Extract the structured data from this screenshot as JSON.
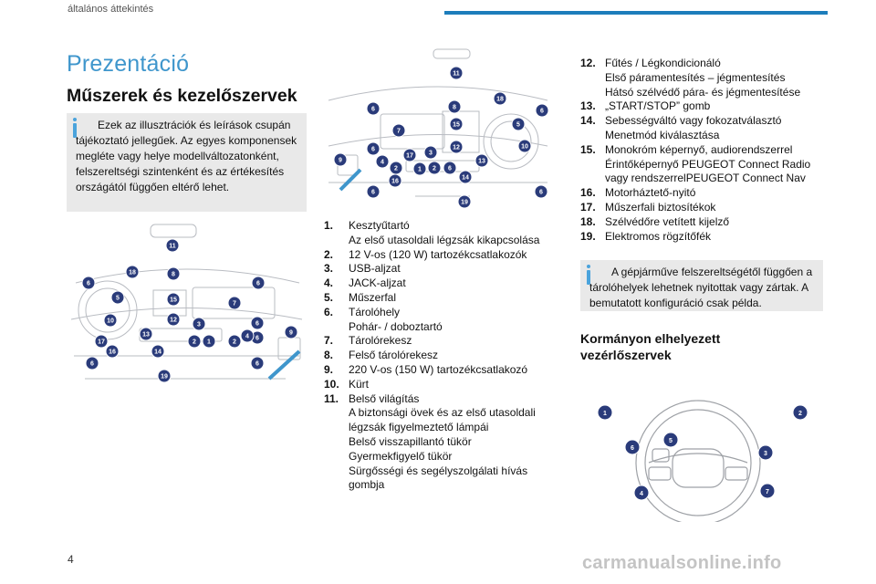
{
  "header": {
    "section": "általános áttekintés"
  },
  "title": "Prezentáció",
  "subtitle": "Műszerek és kezelőszervek",
  "info1": "Ezek az illusztrációk és leírások csupán tájékoztató jellegűek. Az egyes komponensek megléte vagy helye modellváltozatonként, felszereltségi szintenként és az értékesítés országától függően eltérő lehet.",
  "info2": "A gépjárműve felszereltségétől függően a tárolóhelyek lehetnek nyitottak vagy zártak. A bemutatott konfiguráció csak példa.",
  "steering_heading": "Kormányon elhelyezett vezérlőszervek",
  "page_number": "4",
  "watermark": "carmanualsonline.info",
  "diagram_left_badges": [
    "11",
    "18",
    "8",
    "6",
    "6",
    "5",
    "15",
    "7",
    "10",
    "12",
    "3",
    "6",
    "13",
    "9",
    "17",
    "16",
    "6",
    "2",
    "1",
    "2",
    "4",
    "14",
    "6",
    "19",
    "6"
  ],
  "diagram_mid_badges": [
    "11",
    "18",
    "8",
    "6",
    "6",
    "15",
    "5",
    "7",
    "10",
    "6",
    "17",
    "12",
    "3",
    "13",
    "9",
    "4",
    "2",
    "1",
    "2",
    "6",
    "14",
    "16",
    "6",
    "19",
    "6"
  ],
  "wheel_badges": [
    "1",
    "2",
    "6",
    "5",
    "3",
    "4",
    "7"
  ],
  "list_mid": [
    {
      "num": "1.",
      "lines": [
        "Kesztyűtartó",
        "Az első utasoldali légzsák kikapcsolása"
      ]
    },
    {
      "num": "2.",
      "lines": [
        "12 V-os (120 W) tartozékcsatlakozók"
      ]
    },
    {
      "num": "3.",
      "lines": [
        "USB-aljzat"
      ]
    },
    {
      "num": "4.",
      "lines": [
        "JACK-aljzat"
      ]
    },
    {
      "num": "5.",
      "lines": [
        "Műszerfal"
      ]
    },
    {
      "num": "6.",
      "lines": [
        "Tárolóhely",
        "Pohár- / doboztartó"
      ]
    },
    {
      "num": "7.",
      "lines": [
        "Tárolórekesz"
      ]
    },
    {
      "num": "8.",
      "lines": [
        "Felső tárolórekesz"
      ]
    },
    {
      "num": "9.",
      "lines": [
        "220 V-os (150 W) tartozékcsatlakozó"
      ]
    },
    {
      "num": "10.",
      "lines": [
        "Kürt"
      ]
    },
    {
      "num": "11.",
      "lines": [
        "Belső világítás",
        "A biztonsági övek és az első utasoldali légzsák figyelmeztető lámpái",
        "Belső visszapillantó tükör",
        "Gyermekfigyelő tükör",
        "Sürgősségi és segélyszolgálati hívás gombja"
      ]
    }
  ],
  "list_right": [
    {
      "num": "12.",
      "lines": [
        "Fűtés / Légkondicionáló",
        "Első páramentesítés – jégmentesítés",
        "Hátsó szélvédő pára- és jégmentesítése"
      ]
    },
    {
      "num": "13.",
      "lines": [
        "„START/STOP” gomb"
      ]
    },
    {
      "num": "14.",
      "lines": [
        "Sebességváltó vagy fokozatválasztó",
        "Menetmód kiválasztása"
      ]
    },
    {
      "num": "15.",
      "lines": [
        "Monokróm képernyő, audiorendszerrel",
        "Érintőképernyő PEUGEOT Connect Radio vagy rendszerrelPEUGEOT Connect Nav"
      ]
    },
    {
      "num": "16.",
      "lines": [
        "Motorháztető-nyitó"
      ]
    },
    {
      "num": "17.",
      "lines": [
        "Műszerfali biztosítékok"
      ]
    },
    {
      "num": "18.",
      "lines": [
        "Szélvédőre vetített kijelző"
      ]
    },
    {
      "num": "19.",
      "lines": [
        "Elektromos rögzítőfék"
      ]
    }
  ]
}
